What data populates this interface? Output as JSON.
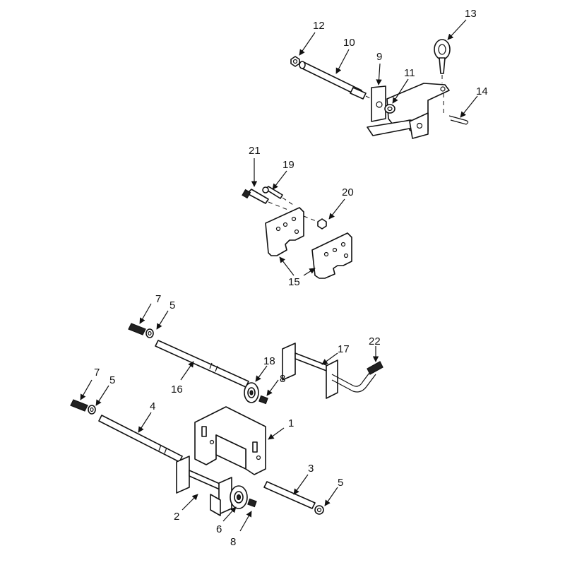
{
  "callouts": [
    {
      "label": "1"
    },
    {
      "label": "2"
    },
    {
      "label": "3"
    },
    {
      "label": "4"
    },
    {
      "label": "5"
    },
    {
      "label": "5"
    },
    {
      "label": "5"
    },
    {
      "label": "6"
    },
    {
      "label": "7"
    },
    {
      "label": "7"
    },
    {
      "label": "8"
    },
    {
      "label": "8"
    },
    {
      "label": "9"
    },
    {
      "label": "10"
    },
    {
      "label": "11"
    },
    {
      "label": "12"
    },
    {
      "label": "13"
    },
    {
      "label": "14"
    },
    {
      "label": "15"
    },
    {
      "label": "16"
    },
    {
      "label": "17"
    },
    {
      "label": "18"
    },
    {
      "label": "19"
    },
    {
      "label": "20"
    },
    {
      "label": "21"
    },
    {
      "label": "22"
    }
  ],
  "colors": {
    "line": "#111111",
    "background": "#ffffff"
  }
}
